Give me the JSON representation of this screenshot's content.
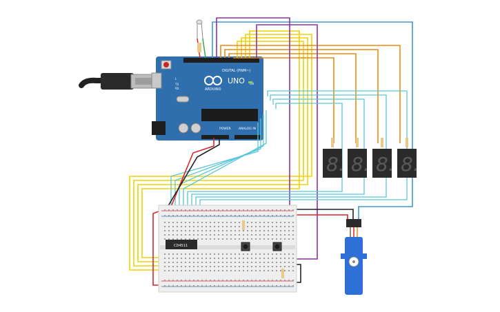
{
  "arduino": {
    "brand": "ARDUINO",
    "model": "UNO",
    "digital_label": "DIGITAL (PWM~)",
    "power_label": "POWER",
    "analog_label": "ANALOG IN",
    "tx_label": "TX",
    "rx_label": "RX",
    "l_label": "L",
    "on_label": "ON"
  },
  "breadboard": {
    "ic_label": "CD4511"
  },
  "displays": {
    "count": 4,
    "digit_glyph": "8."
  },
  "colors": {
    "board": "#2f6fae",
    "wire_yellow": "#f2d100",
    "wire_orange": "#ef8a12",
    "wire_cyan": "#58c6d8",
    "wire_blue": "#3a9bd5",
    "wire_red": "#d9252a",
    "wire_purple": "#8e2ea6",
    "wire_black": "#222222",
    "wire_green": "#3aa64a",
    "display_body": "#2b2b2b",
    "servo": "#2f6fd8"
  }
}
